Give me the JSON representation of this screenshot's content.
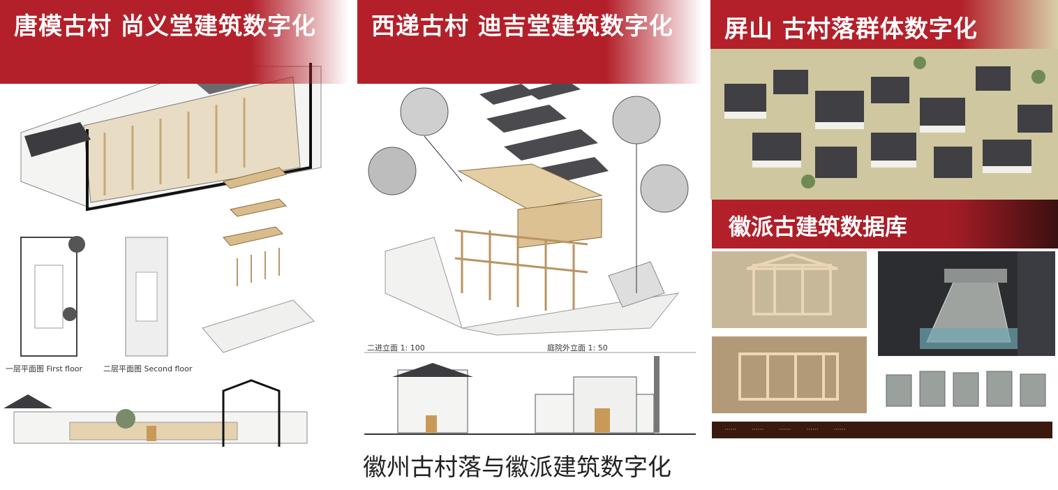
{
  "panels": {
    "left": {
      "title": "唐模古村 尚义堂建筑数字化",
      "plan_first_label": "一层平面图 First floor",
      "plan_second_label": "二层平面图 Second floor"
    },
    "middle": {
      "title": "西递古村 迪吉堂建筑数字化",
      "elevation_left_label": "二进立面 1: 100",
      "elevation_right_label": "庭院外立面 1: 50"
    },
    "right": {
      "title": "屏山 古村落群体数字化",
      "database_title": "徽派古建筑数据库"
    }
  },
  "caption": "徽州古村落与徽派建筑数字化",
  "colors": {
    "banner_red": "#b3202a",
    "wood": "#d9bc8c",
    "roof_gray": "#4a4a4f",
    "wall_white": "#f2f2f0"
  }
}
